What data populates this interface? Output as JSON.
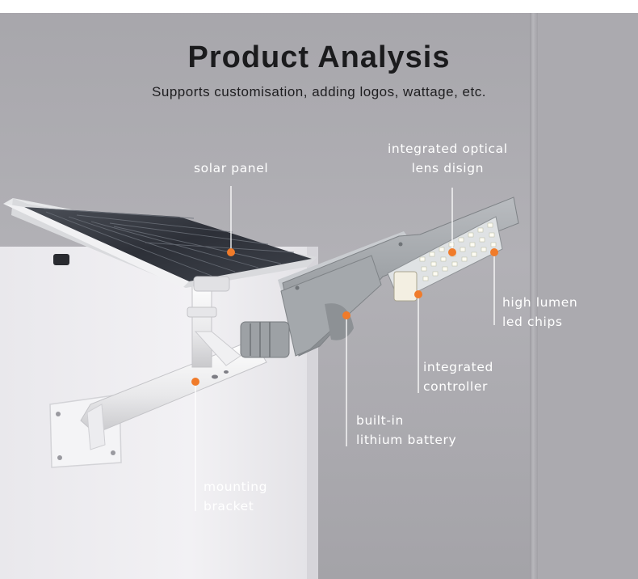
{
  "header": {
    "title": "Product Analysis",
    "subtitle": "Supports customisation, adding logos, wattage, etc."
  },
  "callouts": {
    "solar_panel": {
      "line1": "solar panel"
    },
    "optical_lens": {
      "line1": "integrated optical",
      "line2": "lens disign"
    },
    "led_chips": {
      "line1": "high lumen",
      "line2": "led chips"
    },
    "controller": {
      "line1": "integrated",
      "line2": "controller"
    },
    "battery": {
      "line1": "built-in",
      "line2": "lithium battery"
    },
    "bracket": {
      "line1": "mounting",
      "line2": "bracket"
    }
  },
  "colors": {
    "marker": "#f07b2a",
    "leader_line": "#ffffff",
    "title_text": "#1b1b1d"
  }
}
